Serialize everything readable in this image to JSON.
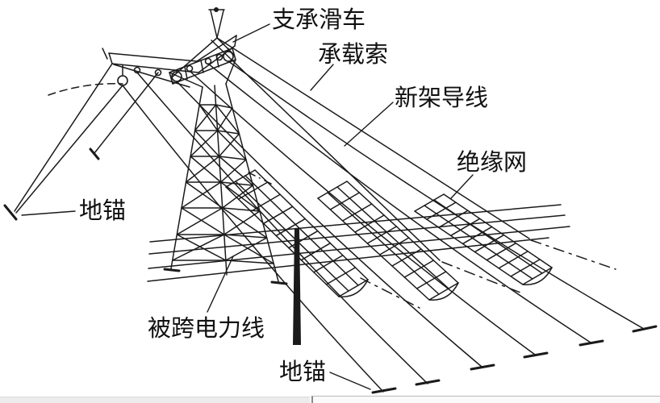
{
  "diagram": {
    "labels": {
      "support_pulley": "支承滑车",
      "carrier_cable": "承载索",
      "new_conductor": "新架导线",
      "insulation_net": "绝缘网",
      "ground_anchor_left": "地锚",
      "crossed_power_line": "被跨电力线",
      "ground_anchor_right": "地锚"
    },
    "colors": {
      "ink": "#1a1a1a",
      "background": "#ffffff"
    }
  },
  "chrome": {
    "bottom_strip": {
      "left_bg": "#ececec",
      "right_bg": "#fafafa",
      "divider": "#8a8a8a"
    }
  }
}
